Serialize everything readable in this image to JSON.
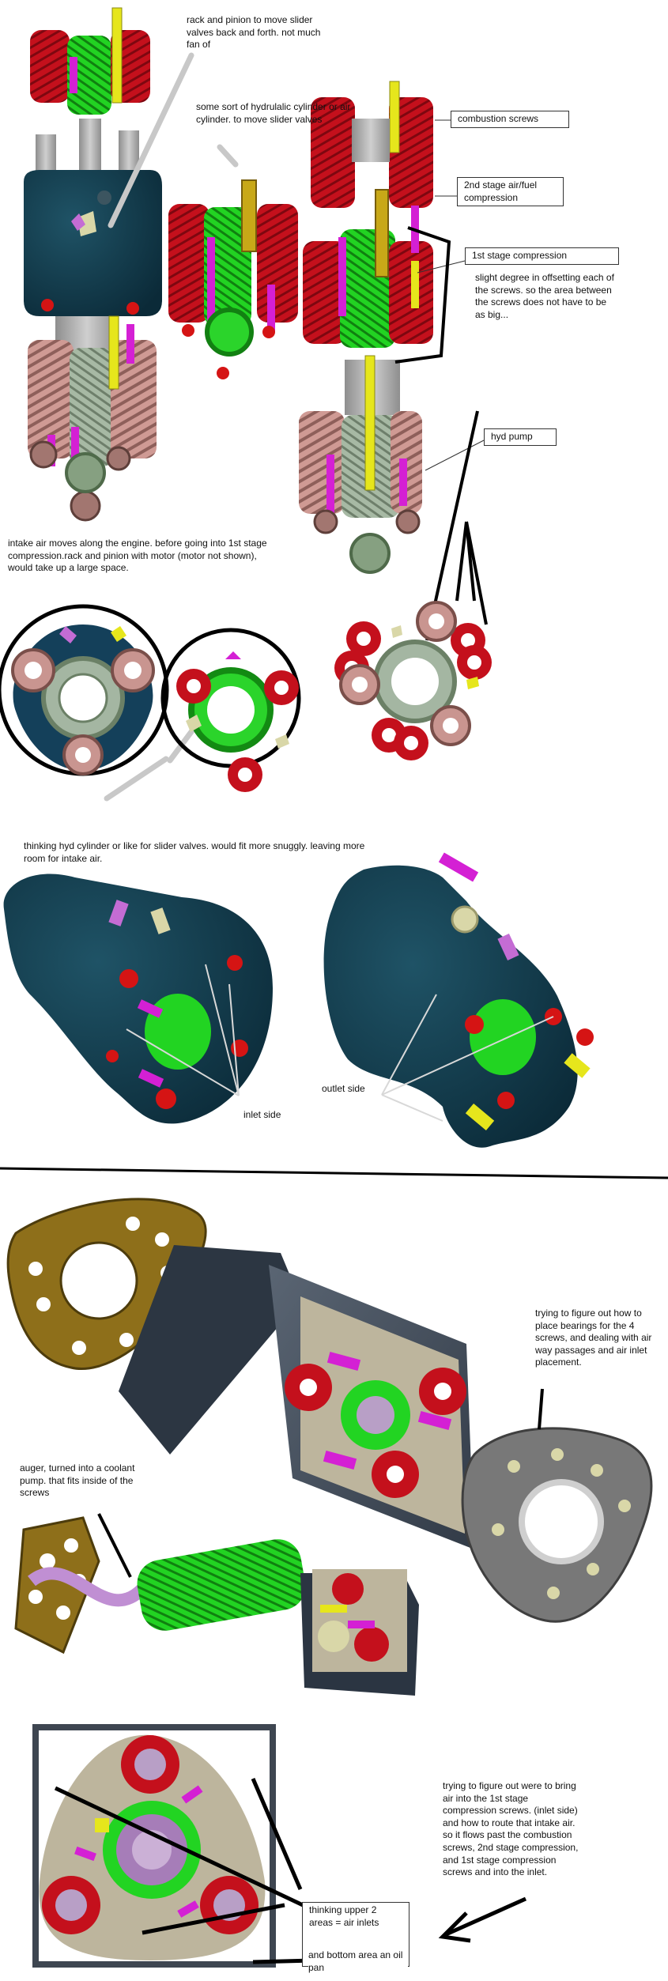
{
  "notes": {
    "rack_pinion": "rack and pinion to move slider valves back and forth. not much fan of",
    "hyd_cyl": "some sort of hydrulalic cylinder or air cylinder. to move slider valves",
    "combustion": "combustion screws",
    "second_stage": "2nd stage air/fuel compression",
    "first_stage": "1st stage compression",
    "offsetting": "slight degree in offsetting each of the screws. so the area between the screws does not have to be as big...",
    "hyd_pump": "hyd pump",
    "intake_air": "intake air moves along the engine. before going into 1st stage compression.rack and pinion with motor (motor not shown), would take up a large space.",
    "thinking_hyd": "thinking hyd cylinder or like for slider valves. would fit more snuggly. leaving more room for intake air.",
    "outlet_side": "outlet side",
    "inlet_side": "inlet side",
    "bearings": "trying to figure out how to place bearings for the 4 screws, and dealing with air way passages and air inlet placement.",
    "auger": "auger, turned into a coolant pump. that fits inside of the screws",
    "route_air": "trying to figure out were to bring air into the 1st stage compression screws. (inlet side)  and how to route that intake air. so it flows past the combustion screws, 2nd stage compression, and 1st stage compression screws and into the inlet.",
    "upper_areas": "thinking upper 2 areas = air inlets",
    "oil_pan": "and bottom area an oil pan"
  },
  "colors": {
    "dark_housing": "#12384a",
    "red_screw": "#c4101c",
    "green_screw": "#1fd11f",
    "pink_screw": "#c99590",
    "yellow_rod": "#e6e61c",
    "magenta_rod": "#d420d4",
    "steel_gray": "#a9a9a9",
    "brass": "#8e6f1a",
    "slate": "#4b5563",
    "light_steel": "#d9d9d9",
    "annotation_black": "#000000"
  }
}
